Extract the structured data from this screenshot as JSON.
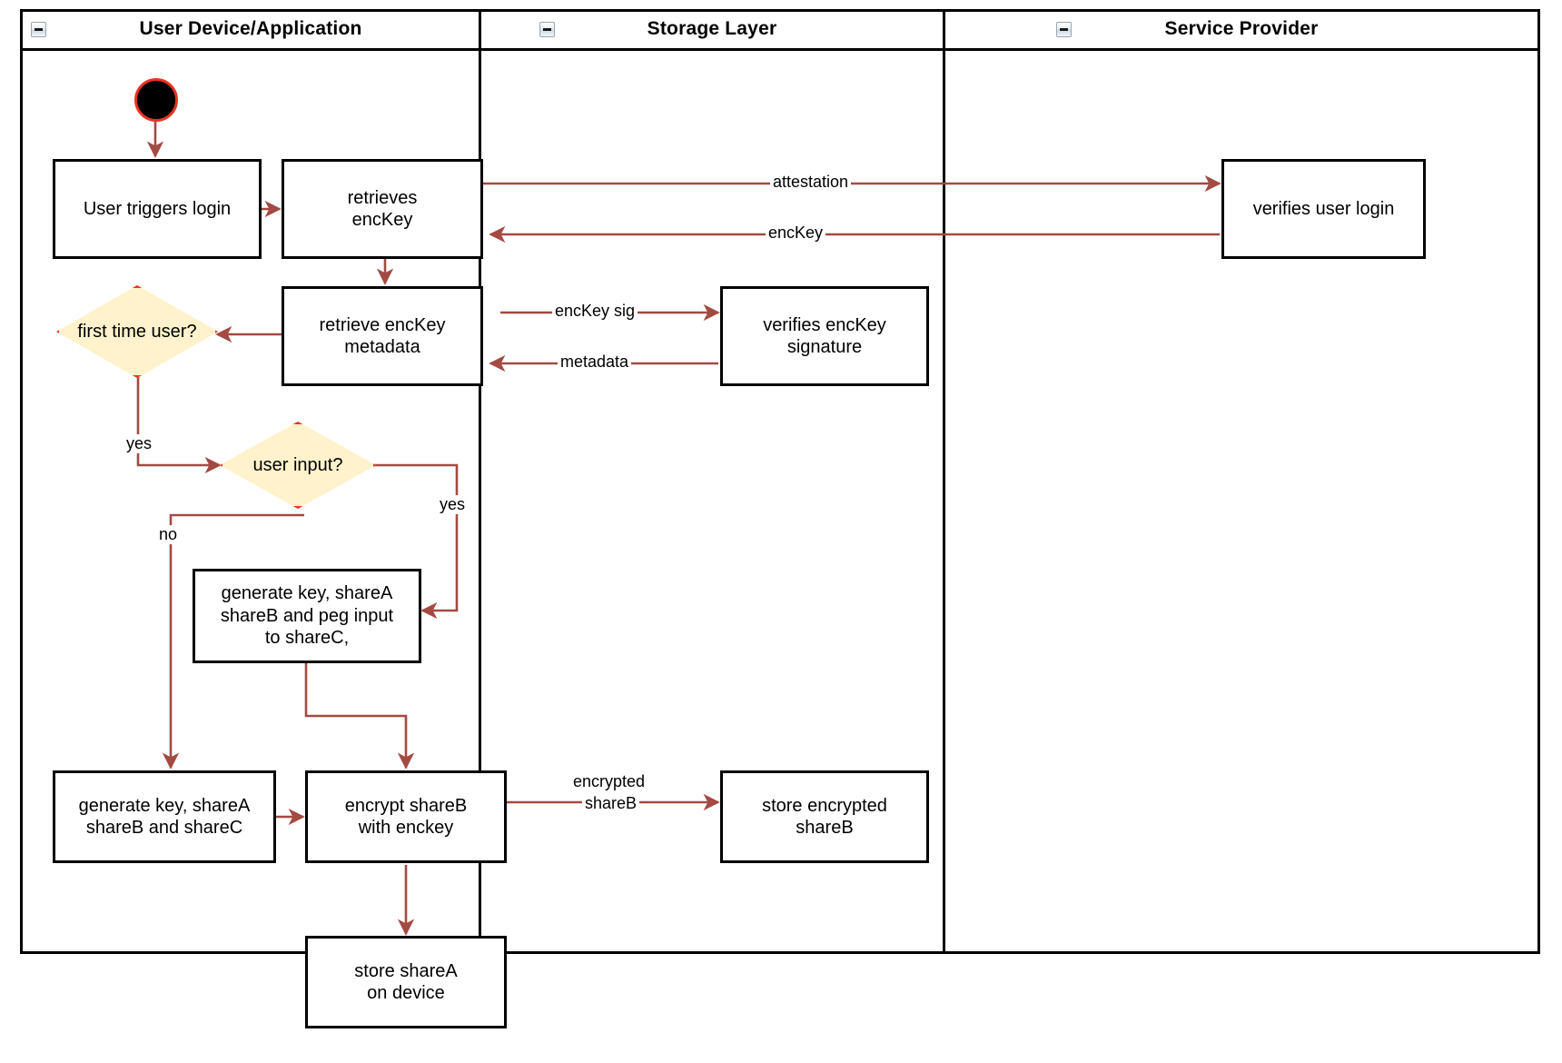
{
  "diagram": {
    "type": "activity-swimlane-flowchart",
    "accent_line_color": "#A34A42",
    "decision_fill": "#FFF2CC",
    "decision_stroke": "#EA3323",
    "node_stroke": "#000000",
    "background": "#FFFFFF"
  },
  "lanes": [
    {
      "id": "user-device",
      "title": "User Device/Application",
      "collapse_icon": "collapse-minus-icon"
    },
    {
      "id": "storage-layer",
      "title": "Storage Layer",
      "collapse_icon": "collapse-minus-icon"
    },
    {
      "id": "service-provider",
      "title": "Service Provider",
      "collapse_icon": "collapse-minus-icon"
    }
  ],
  "nodes": {
    "start": {
      "kind": "start",
      "label": ""
    },
    "user_triggers_login": {
      "kind": "action",
      "lines": [
        "User triggers login"
      ]
    },
    "retrieves_enckey": {
      "kind": "action",
      "lines": [
        "retrieves",
        "encKey"
      ]
    },
    "verifies_user_login": {
      "kind": "action",
      "lines": [
        "verifies user login"
      ]
    },
    "retrieve_enckey_metadata": {
      "kind": "action",
      "lines": [
        "retrieve encKey",
        "metadata"
      ]
    },
    "verifies_enckey_signature": {
      "kind": "action",
      "lines": [
        "verifies encKey signature"
      ]
    },
    "first_time_user": {
      "kind": "decision",
      "lines": [
        "first time",
        "user?"
      ]
    },
    "user_input": {
      "kind": "decision",
      "lines": [
        "user input?"
      ]
    },
    "generate_peg": {
      "kind": "action",
      "lines": [
        "generate key, shareA",
        "shareB and peg input",
        "to shareC,"
      ]
    },
    "generate_abc": {
      "kind": "action",
      "lines": [
        "generate key, shareA",
        "shareB and shareC"
      ]
    },
    "encrypt_shareb": {
      "kind": "action",
      "lines": [
        "encrypt shareB",
        "with enckey"
      ]
    },
    "store_encrypted_shareb": {
      "kind": "action",
      "lines": [
        "store encrypted",
        "shareB"
      ]
    },
    "store_sharea": {
      "kind": "action",
      "lines": [
        "store shareA",
        "on device"
      ]
    }
  },
  "edge_labels": {
    "attestation": "attestation",
    "enckey": "encKey",
    "enckey_sig": "encKey sig",
    "metadata": "metadata",
    "yes_first_time": "yes",
    "yes_user_input": "yes",
    "no_user_input": "no",
    "encrypted_shareb_l1": "encrypted",
    "encrypted_shareb_l2": "shareB"
  }
}
